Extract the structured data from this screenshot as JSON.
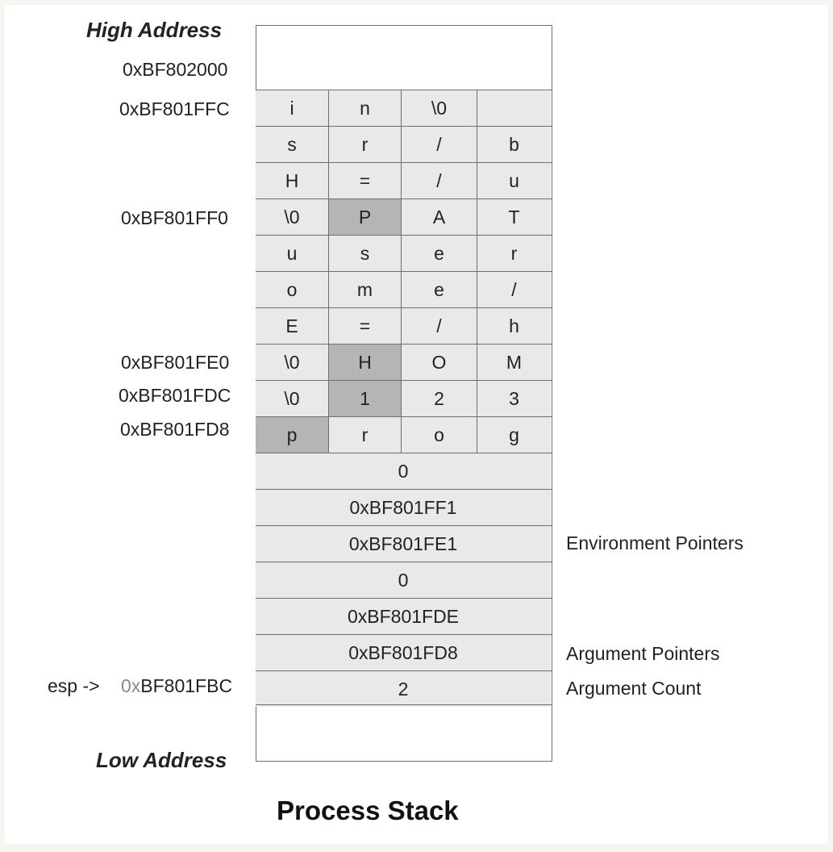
{
  "labels": {
    "high_address": "High Address",
    "low_address": "Low Address",
    "title": "Process Stack",
    "esp_pointer": "esp ->",
    "environment_pointers": "Environment Pointers",
    "argument_pointers": "Argument Pointers",
    "argument_count": "Argument Count"
  },
  "addresses": {
    "a_0xBF802000": "0xBF802000",
    "a_0xBF801FFC": "0xBF801FFC",
    "a_0xBF801FF0": "0xBF801FF0",
    "a_0xBF801FE0": "0xBF801FE0",
    "a_0xBF801FDC": "0xBF801FDC",
    "a_0xBF801FD8": "0xBF801FD8",
    "esp_gray": "0x",
    "esp_rest": "BF801FBC"
  },
  "byte_rows": [
    [
      "i",
      "n",
      "\\0",
      ""
    ],
    [
      "s",
      "r",
      "/",
      "b"
    ],
    [
      "H",
      "=",
      "/",
      "u"
    ],
    [
      "\\0",
      "P",
      "A",
      "T"
    ],
    [
      "u",
      "s",
      "e",
      "r"
    ],
    [
      "o",
      "m",
      "e",
      "/"
    ],
    [
      "E",
      "=",
      "/",
      "h"
    ],
    [
      "\\0",
      "H",
      "O",
      "M"
    ],
    [
      "\\0",
      "1",
      "2",
      "3"
    ],
    [
      "p",
      "r",
      "o",
      "g"
    ]
  ],
  "word_rows": [
    "0",
    "0xBF801FF1",
    "0xBF801FE1",
    "0",
    "0xBF801FDE",
    "0xBF801FD8",
    "2"
  ],
  "colors": {
    "cell_light": "#e9e9e9",
    "cell_dark": "#b5b5b5",
    "border": "#6e6e6e"
  }
}
